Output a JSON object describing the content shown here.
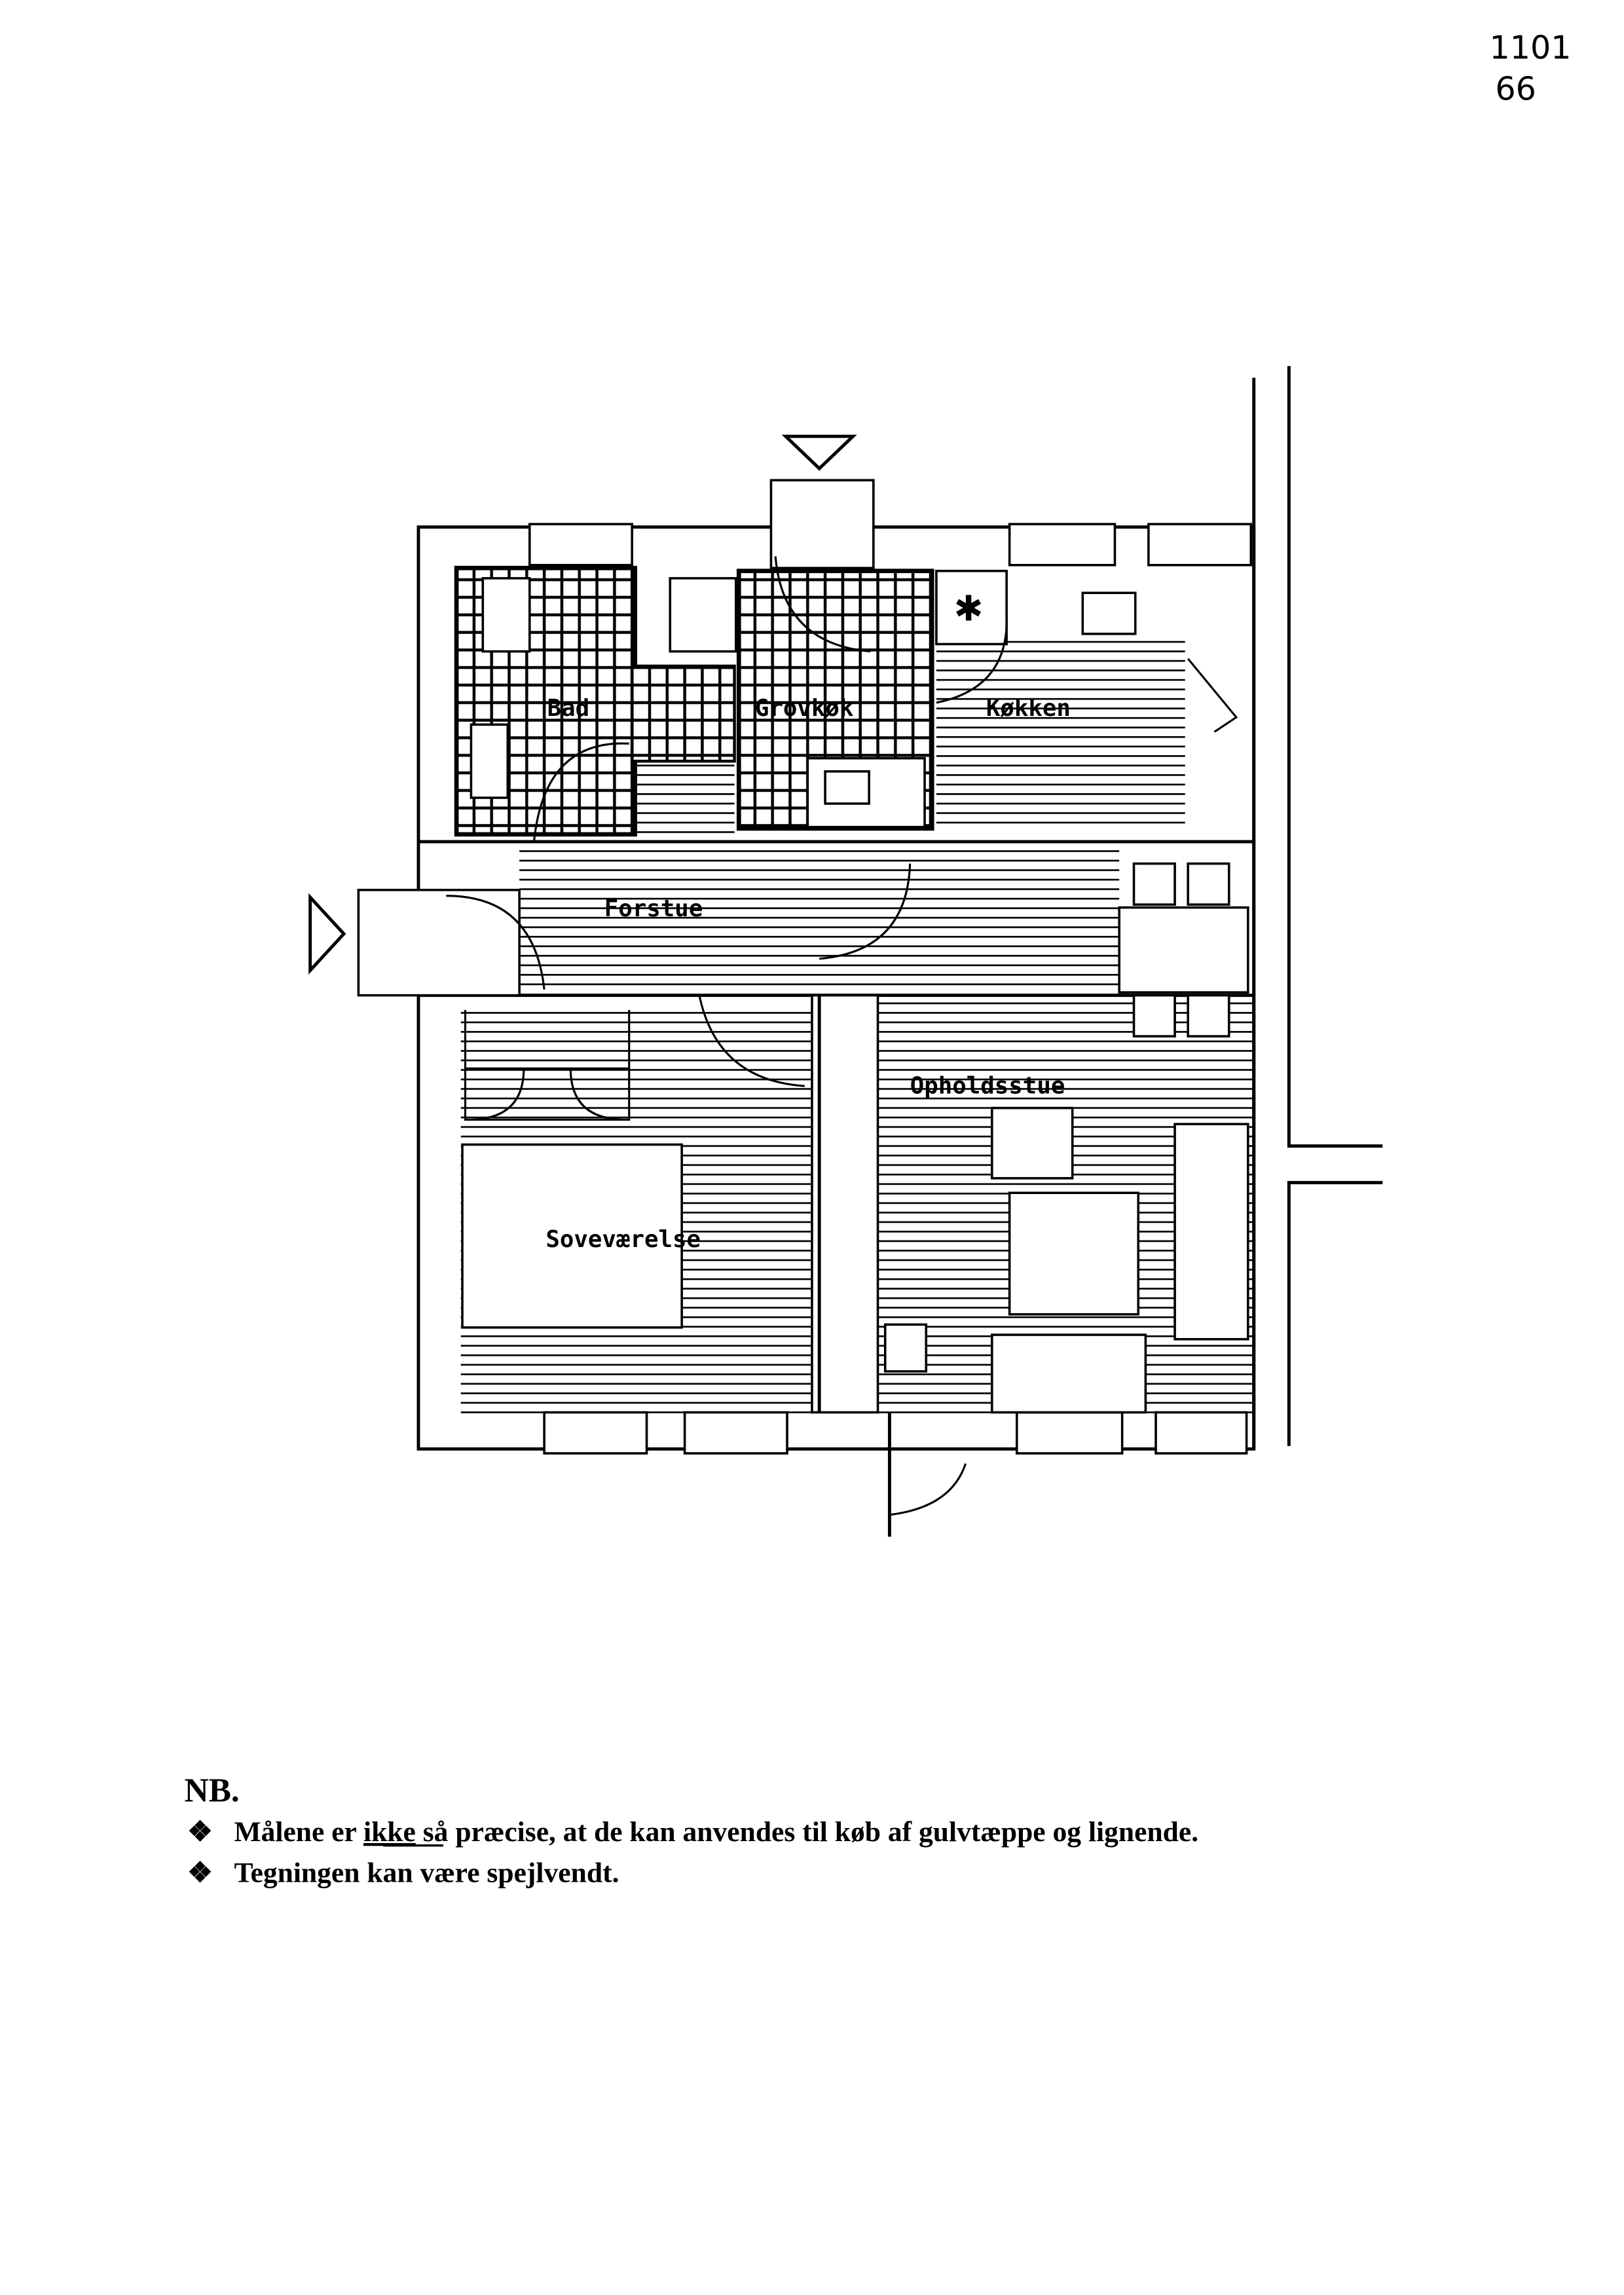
{
  "handwritten": {
    "line1": "1101",
    "line2": "66"
  },
  "floor_plan": {
    "rooms": {
      "bath": "Bad",
      "utility": "Grovkøk",
      "kitchen": "Køkken",
      "hall": "Forstue",
      "living": "Opholdsstue",
      "bedroom": "Soveværelse"
    }
  },
  "notes": {
    "heading": "NB.",
    "bullet_symbol": "❖",
    "items": [
      {
        "before": "Målene er ",
        "emphasis": "ikke",
        "after": " så præcise, at de kan anvendes til køb af gulvtæppe og lignende."
      },
      {
        "text": "Tegningen kan være spejlvendt."
      }
    ]
  }
}
